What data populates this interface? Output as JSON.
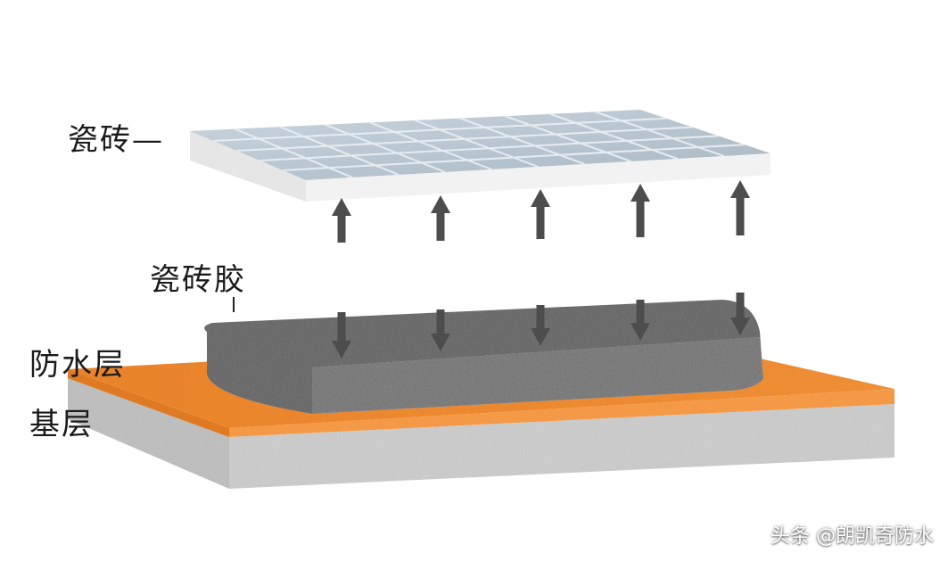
{
  "labels": {
    "tile": "瓷砖—",
    "adhesive": "瓷砖胶",
    "waterproof": "防水层",
    "base": "基层"
  },
  "watermark": "头条 @朗凯奇防水",
  "colors": {
    "tile_top": "#b9c7d2",
    "tile_grout": "#e9eef2",
    "tile_edge": "#f1f1f1",
    "adhesive": "#8e8e8e",
    "waterproof": "#e8822a",
    "base": "#d9d9d9",
    "arrow": "#4d4d4d"
  }
}
